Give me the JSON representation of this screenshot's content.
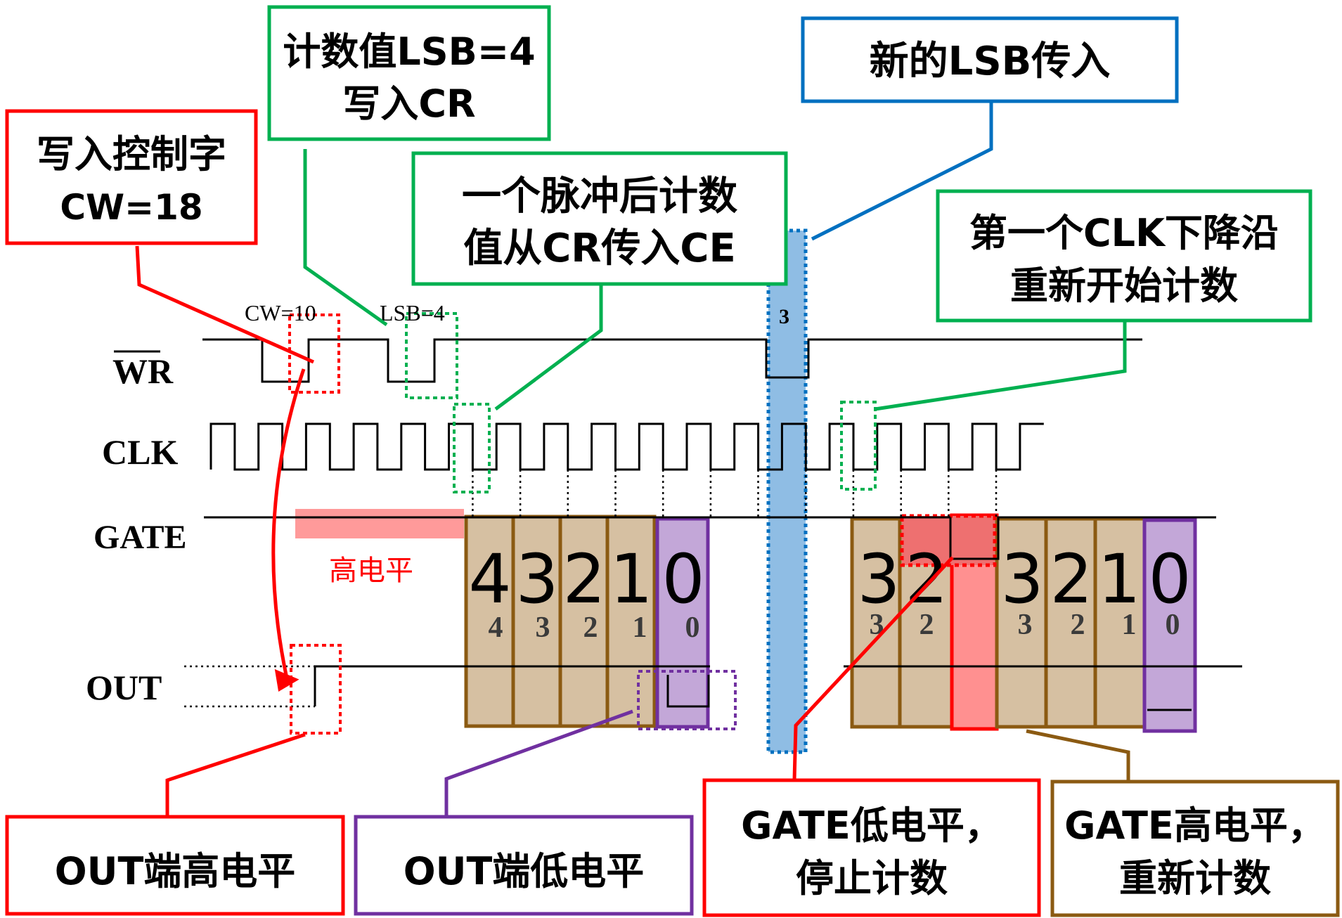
{
  "signals": {
    "wr": "WR",
    "clk": "CLK",
    "gate": "GATE",
    "out": "OUT"
  },
  "waveform_labels": {
    "cw": "CW=10",
    "lsb": "LSB=4",
    "new_lsb_value": "3"
  },
  "annotations": {
    "gate_high": "高电平"
  },
  "callouts": {
    "write_cw": [
      "写入控制字",
      "CW=18"
    ],
    "write_lsb": [
      "计数值LSB=4",
      "写入CR"
    ],
    "cr_to_ce": [
      "一个脉冲后计数",
      "值从CR传入CE"
    ],
    "new_lsb": [
      "新的LSB传入"
    ],
    "first_clk": [
      "第一个CLK下降沿",
      "重新开始计数"
    ],
    "out_high": [
      "OUT端高电平"
    ],
    "out_low": [
      "OUT端低电平"
    ],
    "gate_low": [
      "GATE低电平，",
      "停止计数"
    ],
    "gate_high": [
      "GATE高电平，",
      "重新计数"
    ]
  },
  "counts_first": {
    "big": [
      "4",
      "3",
      "2",
      "1",
      "0"
    ],
    "small": [
      "4",
      "3",
      "2",
      "1",
      "0"
    ]
  },
  "counts_second": {
    "big": [
      "3",
      "2",
      "3",
      "2",
      "1",
      "0"
    ],
    "small": [
      "3",
      "2",
      "3",
      "2",
      "1",
      "0"
    ]
  },
  "colors": {
    "red": "#ff0000",
    "green": "#00b050",
    "blue": "#0070c0",
    "purple": "#7030a0",
    "brown": "#8b5a12",
    "tan": "#d6c0a2",
    "lavender": "#c3a7d8",
    "lightblue": "#8fbde4",
    "pink": "#ff9090"
  }
}
